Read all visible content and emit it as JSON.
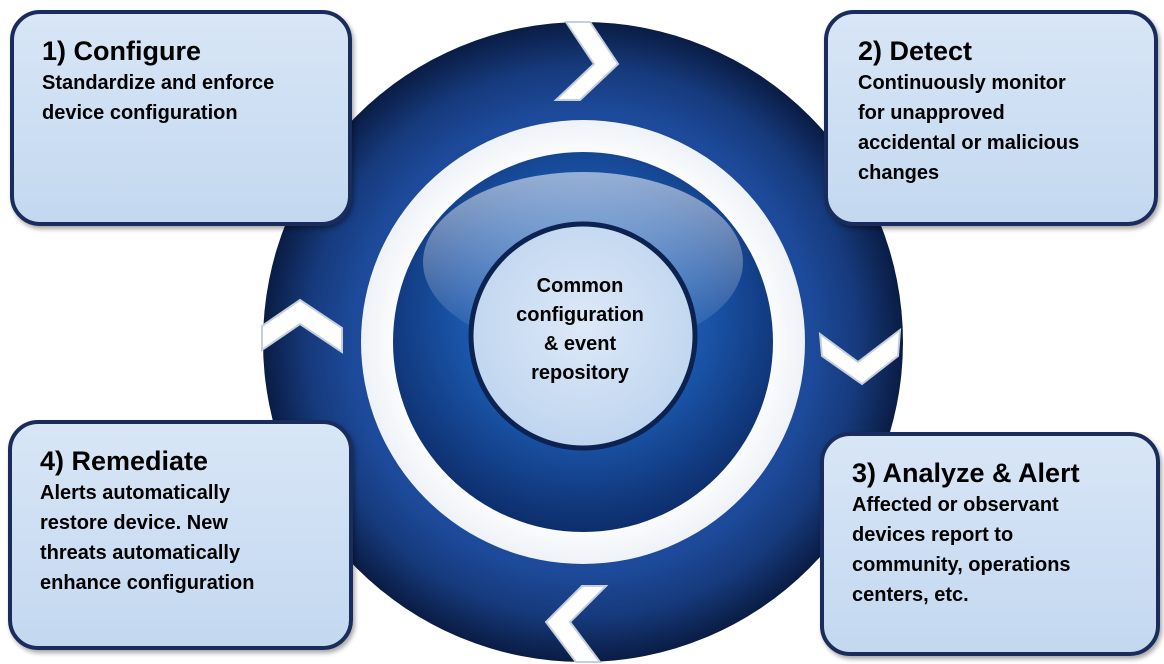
{
  "steps": {
    "configure": {
      "title": "1) Configure",
      "lines": [
        "Standardize and enforce",
        "device configuration"
      ]
    },
    "detect": {
      "title": "2) Detect",
      "lines": [
        "Continuously monitor",
        "for unapproved",
        "accidental or malicious",
        "changes"
      ]
    },
    "analyze": {
      "title": "3) Analyze & Alert",
      "lines": [
        "Affected or observant",
        "devices report to",
        "community, operations",
        "centers, etc."
      ]
    },
    "remediate": {
      "title": "4) Remediate",
      "lines": [
        "Alerts automatically",
        "restore device. New",
        "threats automatically",
        "enhance configuration"
      ]
    }
  },
  "center": {
    "lines": [
      "Common",
      "configuration",
      "& event",
      "repository"
    ]
  },
  "colors": {
    "ring_dark": "#0d2350",
    "ring_mid": "#1d4a9a",
    "box_fill": "#c9dcf2",
    "box_border": "#1a2c5c",
    "disc_light": "#d0e2f6"
  }
}
